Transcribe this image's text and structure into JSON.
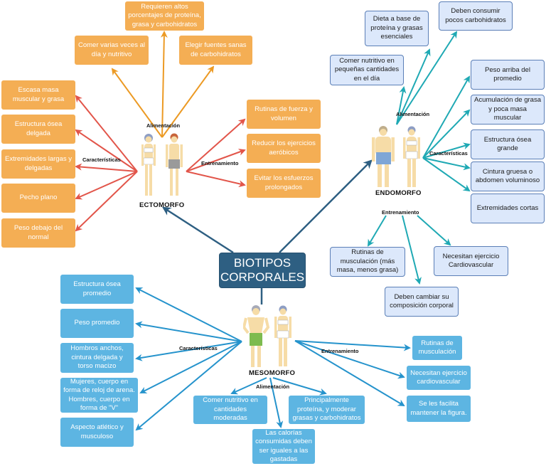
{
  "title": "BIOTIPOS CORPORALES",
  "colors": {
    "ectomorfo_box": "#f4ae54",
    "ectomorfo_arrow_red": "#e2554a",
    "ectomorfo_arrow_orange": "#ec9a24",
    "endomorfo_box": "#dce8fb",
    "endomorfo_arrow": "#1fa9b4",
    "mesomorfo_box": "#5db5e2",
    "mesomorfo_arrow": "#2593cc",
    "center_box": "#2e5f82"
  },
  "ectomorfo": {
    "name": "ECTOMORFO",
    "alimentacion_label": "Alimentación",
    "caracteristicas_label": "Características",
    "entrenamiento_label": "Entrenamiento",
    "alimentacion": [
      "Comer varias veces al día y nutritivo",
      "Requieren altos porcentajes de proteína, grasa y carbohidratos",
      "Elegir fuentes sanas de carbohidratos"
    ],
    "caracteristicas": [
      "Escasa masa muscular y grasa",
      "Estructura ósea delgada",
      "Extremidades largas y delgadas",
      "Pecho plano",
      "Peso debajo del normal"
    ],
    "entrenamiento": [
      "Rutinas de fuerza y volumen",
      "Reducir los ejercicios aeróbicos",
      "Evitar los esfuerzos prolongados"
    ]
  },
  "endomorfo": {
    "name": "ENDOMORFO",
    "alimentacion_label": "Alimentación",
    "caracteristicas_label": "Características",
    "entrenamiento_label": "Entrenamiento",
    "alimentacion": [
      "Comer nutritivo en pequeñas cantidades en el día",
      "Dieta a base de proteína y grasas esenciales",
      "Deben consumir pocos carbohidratos"
    ],
    "caracteristicas": [
      "Peso arriba del promedio",
      "Acumulación de grasa y poca masa muscular",
      "Estructura ósea grande",
      "Cintura gruesa o abdomen voluminoso",
      "Extremidades cortas"
    ],
    "entrenamiento": [
      "Rutinas de musculación (más masa, menos grasa)",
      "Deben cambiar su composición corporal",
      "Necesitan ejercicio Cardiovascular"
    ]
  },
  "mesomorfo": {
    "name": "MESOMORFO",
    "alimentacion_label": "Alimentación",
    "caracteristicas_label": "Características",
    "entrenamiento_label": "Entrenamiento",
    "caracteristicas": [
      "Estructura ósea promedio",
      "Peso promedio",
      "Hombros anchos, cintura delgada y torso macizo",
      "Mujeres, cuerpo en forma de reloj de arena. Hombres, cuerpo en forma de \"V\"",
      "Aspecto atlético y musculoso"
    ],
    "alimentacion": [
      "Comer nutritivo en cantidades moderadas",
      "Las calorías consumidas deben ser iguales a las gastadas",
      "Principalmente proteína, y moderar grasas y carbohidratos"
    ],
    "entrenamiento": [
      "Rutinas de musculación",
      "Necesitan ejercicio cardiovascular",
      "Se les facilita mantener la figura."
    ]
  }
}
